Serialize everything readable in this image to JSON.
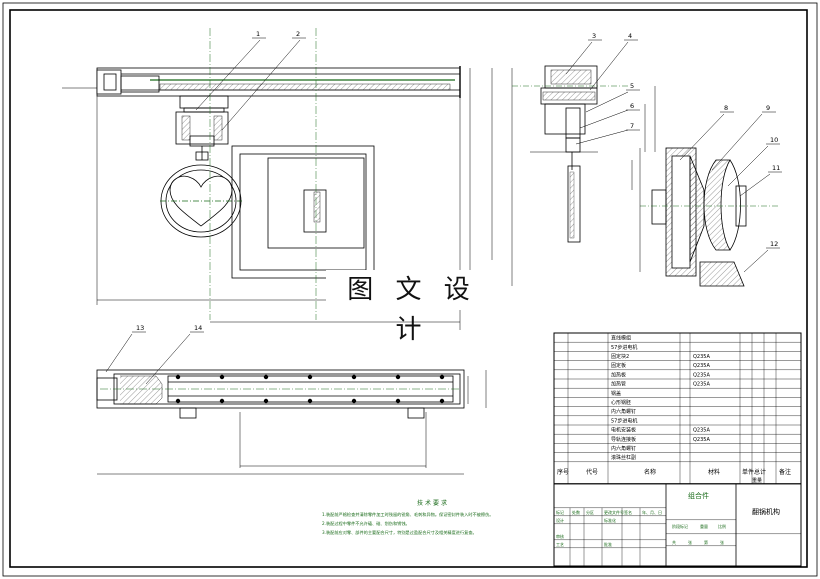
{
  "balloons": [
    "1",
    "2",
    "3",
    "4",
    "5",
    "6",
    "7",
    "8",
    "9",
    "10",
    "11",
    "12",
    "13",
    "14"
  ],
  "watermark": "图 文 设 计",
  "tech_notes": {
    "title": "技术要求",
    "lines": [
      "1.装配前严格检查并清除零件加工时残留的锐角、毛刺和异物。保证密封件装入时不被擦伤。",
      "2.装配过程中零件不允许磕、碰、划伤和锈蚀。",
      "3.装配前应对零、部件的主要配合尺寸，特别是过盈配合尺寸及相关精度进行复查。"
    ]
  },
  "bom": {
    "rows": [
      {
        "name": "直线模组",
        "material": ""
      },
      {
        "name": "57步进电机",
        "material": ""
      },
      {
        "name": "固定块2",
        "material": "Q235A"
      },
      {
        "name": "固定板",
        "material": "Q235A"
      },
      {
        "name": "加热板",
        "material": "Q235A"
      },
      {
        "name": "加热管",
        "material": "Q235A"
      },
      {
        "name": "锅盖",
        "material": ""
      },
      {
        "name": "心形锅胚",
        "material": ""
      },
      {
        "name": "内六角螺钉",
        "material": ""
      },
      {
        "name": "57步进电机",
        "material": ""
      },
      {
        "name": "电机安装板",
        "material": "Q235A"
      },
      {
        "name": "导轨连接板",
        "material": "Q235A"
      },
      {
        "name": "内六角螺钉",
        "material": ""
      },
      {
        "name": "滚珠丝杠副",
        "material": ""
      }
    ],
    "header": {
      "seq": "序号",
      "code": "代号",
      "name": "名称",
      "material": "材料",
      "single": "单件",
      "total": "总计",
      "weight": "重量",
      "remark": "备注"
    }
  },
  "title_block": {
    "assembly": "组合件",
    "drawing_name": "翻锅机构",
    "cells": [
      "标记",
      "处数",
      "分区",
      "更改文件号",
      "签名",
      "年、月、日",
      "设计",
      "标准化",
      "阶段标记",
      "重量",
      "比例",
      "审核",
      "工艺",
      "批准",
      "共",
      "张",
      "第",
      "张"
    ]
  }
}
